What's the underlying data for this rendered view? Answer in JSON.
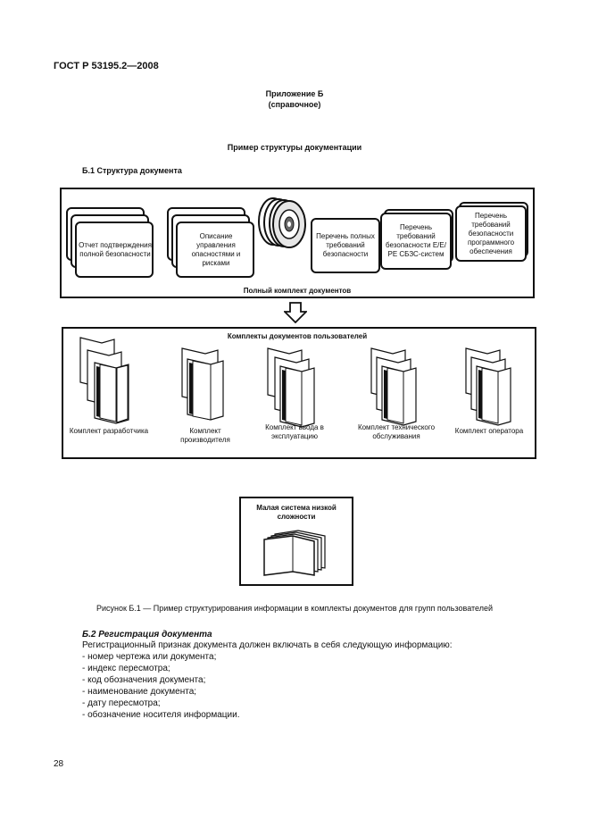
{
  "header": {
    "standard": "ГОСТ Р 53195.2—2008"
  },
  "appendix": {
    "title": "Приложение Б",
    "subtitle": "(справочное)"
  },
  "section_title": "Пример структуры документации",
  "subsection_b1": "Б.1 Структура документа",
  "diagram": {
    "top_docs": [
      "Отчет подтверждения полной безопасности",
      "Описание управления опасностями и рисками",
      "Перечень полных требований безопасности",
      "Перечень требований безопасности Е/Е/РЕ СБЗС-систем",
      "Перечень требований безопасности программного обеспечения"
    ],
    "full_set_label": "Полный комплект документов",
    "user_sets_label": "Комплекты документов пользователей",
    "user_sets": [
      "Комплект разработчика",
      "Комплект производителя",
      "Комплект ввода в эксплуатацию",
      "Комплект технического обслуживания",
      "Комплект оператора"
    ],
    "small_system_label": "Малая система низкой сложности"
  },
  "figure_caption": "Рисунок Б.1 — Пример структурирования информации в комплекты  документов для групп пользователей",
  "section_b2": {
    "title": "Б.2 Регистрация документа",
    "intro": "Регистрационный признак документа должен включать в себя следующую информацию:",
    "items": [
      "- номер чертежа или документа;",
      "- индекс пересмотра;",
      "- код обозначения документа;",
      "- наименование документа;",
      "- дату пересмотра;",
      "- обозначение носителя информации."
    ]
  },
  "page_number": "28"
}
